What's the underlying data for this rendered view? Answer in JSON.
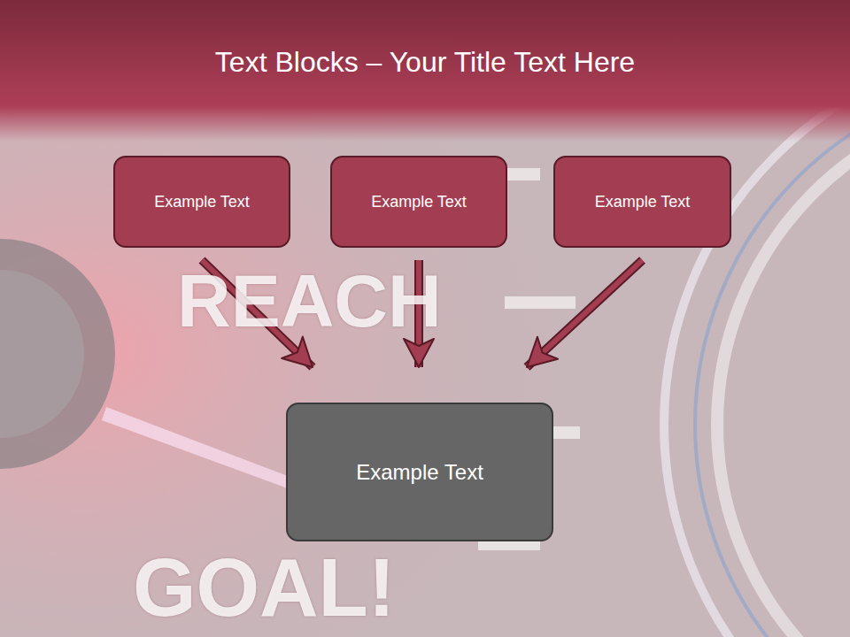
{
  "diagram": {
    "title": "Text Blocks – Your Title Text Here",
    "nodes": [
      {
        "text": [
          "Example Text"
        ]
      },
      {
        "text": [
          "Example Text"
        ]
      },
      {
        "text": [
          "Example Text"
        ]
      },
      {
        "text": [
          "Example Text"
        ]
      }
    ],
    "edges": [
      {
        "from": 0,
        "to": 3,
        "arrow": "to"
      },
      {
        "from": 1,
        "to": 3,
        "arrow": "to"
      },
      {
        "from": 2,
        "to": 3,
        "arrow": "to"
      }
    ],
    "labels": [
      "REACH",
      "GOAL!"
    ]
  }
}
